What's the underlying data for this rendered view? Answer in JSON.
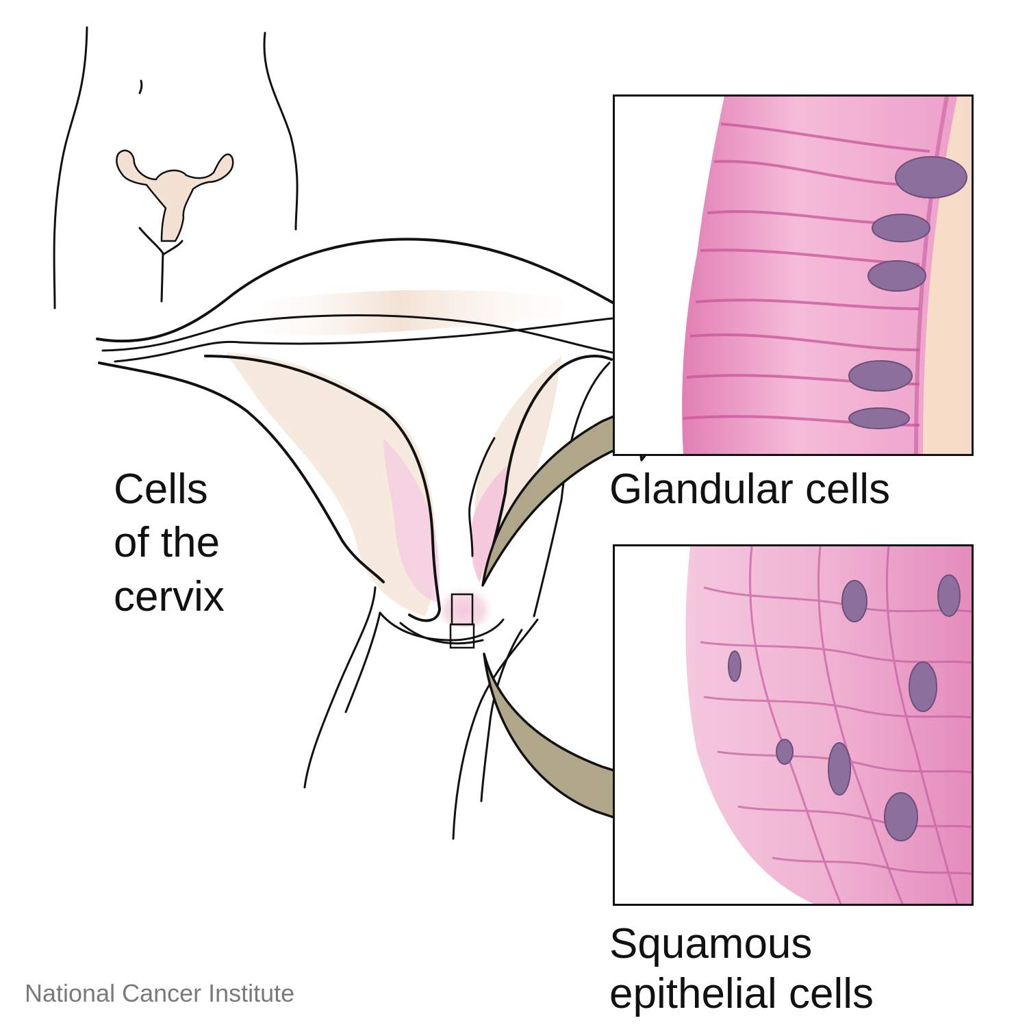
{
  "labels": {
    "cervix": [
      "Cells",
      "of the",
      "cervix"
    ],
    "glandular": "Glandular cells",
    "squamous": [
      "Squamous",
      "epithelial cells"
    ],
    "credit": "National Cancer Institute"
  },
  "colors": {
    "outline": "#111111",
    "organ_fill": "#f3e2d3",
    "cell_pink": "#e79ac6",
    "cell_light": "#f6cbe1",
    "nucleus": "#8d6f9d",
    "arrow": "#b0a78a",
    "credit_text": "#7a7a7a"
  }
}
